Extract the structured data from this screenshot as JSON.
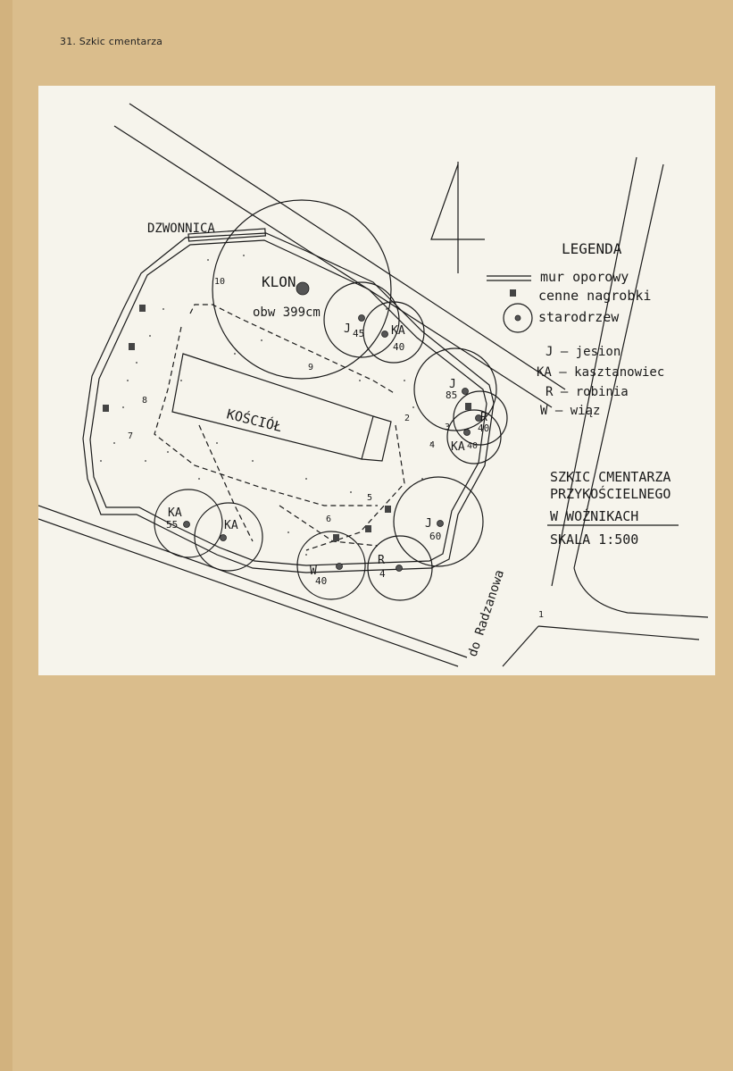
{
  "page": {
    "caption": "31. Szkic cmentarza"
  },
  "labels": {
    "belfry": "DZWONNICA",
    "church": "KOŚCIÓŁ",
    "maple": "KLON",
    "maple_circ": "obw 399cm",
    "road": "do Radzanowa"
  },
  "legend": {
    "title": "LEGENDA",
    "wall": "mur oporowy",
    "graves": "cenne nagrobki",
    "trees": "starodrzew",
    "species": [
      "J – jesion",
      "KA – kasztanowiec",
      "R – robinia",
      "W – wiąz"
    ]
  },
  "sketch_title": {
    "line1": "SZKIC CMENTARZA",
    "line2": "PRZYKOŚCIELNEGO",
    "line3": "W WOŹNIKACH",
    "scale": "SKALA 1:500"
  },
  "trees": [
    {
      "code": "J",
      "size": "45"
    },
    {
      "code": "KA",
      "size": "40"
    },
    {
      "code": "J",
      "size": "85"
    },
    {
      "code": "R",
      "size": "40"
    },
    {
      "code": "KA",
      "size": "40"
    },
    {
      "code": "KA",
      "size": "55"
    },
    {
      "code": "KA",
      "size": ""
    },
    {
      "code": "W",
      "size": "40"
    },
    {
      "code": "R",
      "size": "4"
    },
    {
      "code": "J",
      "size": "60"
    }
  ],
  "viewpoints": [
    "1",
    "2",
    "3",
    "4",
    "5",
    "6",
    "7",
    "8",
    "9",
    "10"
  ],
  "colors": {
    "paper": "#f6f4ec",
    "card": "#dabd8c",
    "ink": "#1a1a1a"
  }
}
